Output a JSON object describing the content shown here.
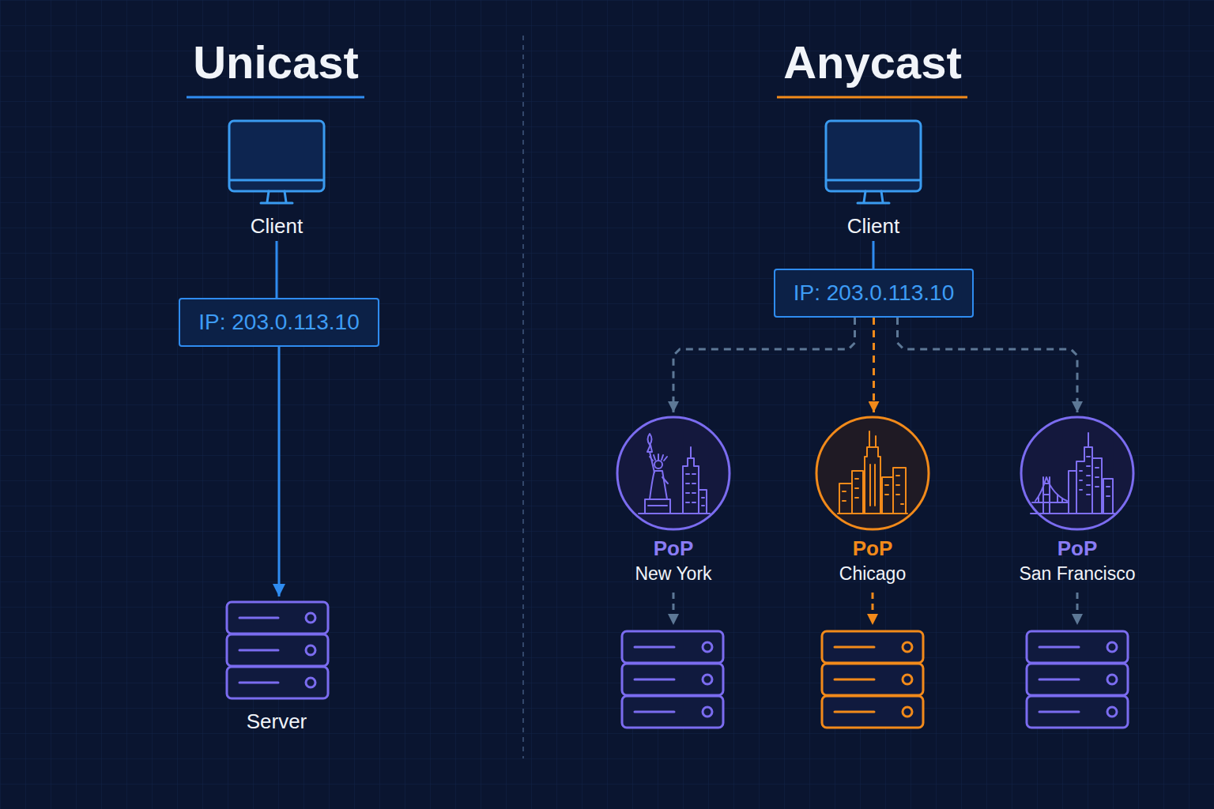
{
  "diagram": {
    "nodes": [
      {
        "text": [
          "Client"
        ]
      },
      {
        "text": [
          "IP: 203.0.113.10"
        ]
      },
      {
        "text": [
          "Server"
        ]
      },
      {
        "text": [
          "Client"
        ]
      },
      {
        "text": [
          "IP: 203.0.113.10"
        ]
      },
      {
        "text": [
          "PoP",
          "New York"
        ]
      },
      {
        "text": [
          "PoP",
          "Chicago"
        ]
      },
      {
        "text": [
          "PoP",
          "San Francisco"
        ]
      }
    ],
    "edges": [
      {
        "from": 0,
        "to": 1,
        "arrow": "none"
      },
      {
        "from": 1,
        "to": 2,
        "arrow": "to"
      },
      {
        "from": 3,
        "to": 4,
        "arrow": "none"
      },
      {
        "from": 4,
        "to": 5,
        "arrow": "to"
      },
      {
        "from": 4,
        "to": 6,
        "arrow": "to"
      },
      {
        "from": 4,
        "to": 7,
        "arrow": "to"
      }
    ],
    "labels": [
      "Unicast",
      "Anycast"
    ]
  }
}
